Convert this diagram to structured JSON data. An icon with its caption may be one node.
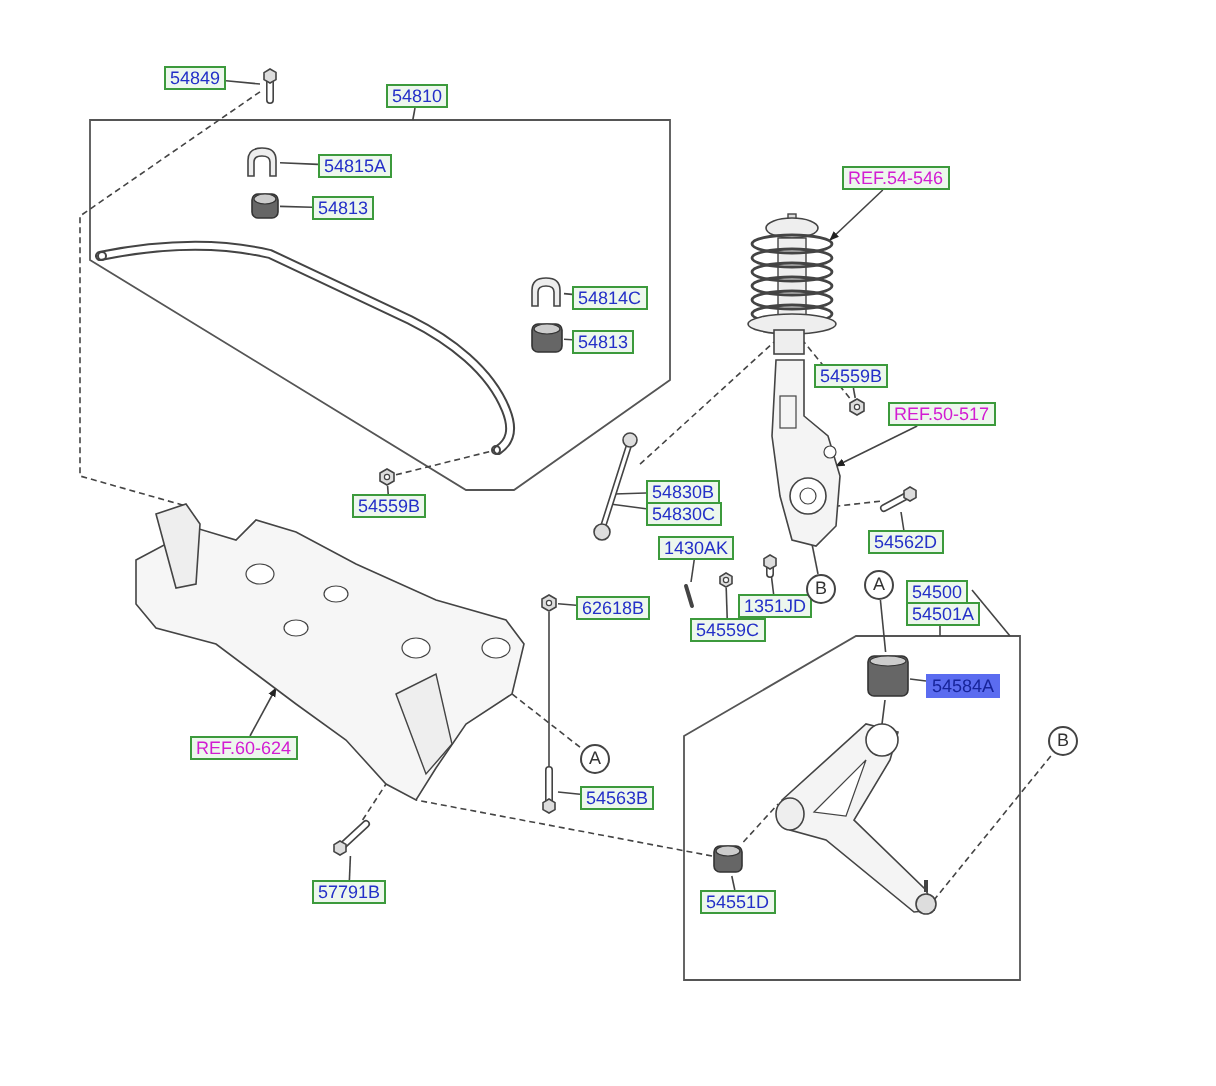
{
  "diagram": {
    "nodes": [
      {
        "text": [],
        "shape": "box"
      },
      {
        "text": [
          "54849"
        ]
      },
      {
        "text": [],
        "shape": "picture"
      },
      {
        "text": [
          "54815A"
        ],
        "in": 0
      },
      {
        "text": [],
        "shape": "picture",
        "in": 0
      },
      {
        "text": [
          "54813"
        ],
        "in": 0
      },
      {
        "text": [],
        "shape": "picture",
        "in": 0
      },
      {
        "text": [
          "54814C"
        ],
        "in": 0
      },
      {
        "text": [],
        "shape": "picture",
        "in": 0
      },
      {
        "text": [
          "54813"
        ],
        "in": 0
      },
      {
        "text": [],
        "shape": "picture",
        "in": 0
      },
      {
        "text": [],
        "shape": "picture",
        "in": 0
      },
      {
        "text": [
          "54559B"
        ]
      },
      {
        "text": [],
        "shape": "picture"
      },
      {
        "text": [
          "REF.54-546"
        ]
      },
      {
        "text": [],
        "shape": "picture"
      },
      {
        "text": [
          "54559B"
        ]
      },
      {
        "text": [],
        "shape": "picture"
      },
      {
        "text": [
          "REF.50-517"
        ]
      },
      {
        "text": [],
        "shape": "picture"
      },
      {
        "text": [
          "54830B"
        ]
      },
      {
        "text": [
          "54830C"
        ]
      },
      {
        "text": [],
        "shape": "picture"
      },
      {
        "text": [
          "54562D"
        ]
      },
      {
        "text": [],
        "shape": "picture"
      },
      {
        "text": [
          "1430AK"
        ]
      },
      {
        "text": [],
        "shape": "picture"
      },
      {
        "text": [
          "1351JD"
        ]
      },
      {
        "text": [],
        "shape": "picture"
      },
      {
        "text": [
          "54559C"
        ]
      },
      {
        "text": [],
        "shape": "picture"
      },
      {
        "text": [
          "B"
        ]
      },
      {
        "text": [
          "62618B"
        ]
      },
      {
        "text": [],
        "shape": "picture"
      },
      {
        "text": [
          "REF.60-624"
        ]
      },
      {
        "text": [],
        "shape": "picture"
      },
      {
        "text": [
          "A"
        ]
      },
      {
        "text": [
          "54563B"
        ]
      },
      {
        "text": [],
        "shape": "picture"
      },
      {
        "text": [
          "57791B"
        ]
      },
      {
        "text": [],
        "shape": "picture"
      },
      {
        "text": [],
        "shape": "box"
      },
      {
        "text": [
          "A"
        ]
      },
      {
        "text": [
          "54584A"
        ],
        "in": 41
      },
      {
        "text": [],
        "shape": "picture",
        "in": 41
      },
      {
        "text": [
          "B"
        ]
      },
      {
        "text": [
          "54551D"
        ],
        "in": 41
      },
      {
        "text": [],
        "shape": "picture",
        "in": 41
      },
      {
        "text": [],
        "shape": "picture",
        "in": 41
      },
      {
        "text": [
          "54810"
        ]
      },
      {
        "text": [
          "54500"
        ]
      },
      {
        "text": [
          "54501A"
        ]
      }
    ],
    "edges": [
      {
        "from": 1,
        "to": 2,
        "arrow": "none"
      },
      {
        "from": 3,
        "to": 4,
        "arrow": "none"
      },
      {
        "from": 5,
        "to": 6,
        "arrow": "none"
      },
      {
        "from": 7,
        "to": 8,
        "arrow": "none"
      },
      {
        "from": 9,
        "to": 10,
        "arrow": "none"
      },
      {
        "from": 12,
        "to": 13,
        "arrow": "none"
      },
      {
        "from": 14,
        "to": 15,
        "arrow": "to"
      },
      {
        "from": 16,
        "to": 17,
        "arrow": "none"
      },
      {
        "from": 18,
        "to": 19,
        "arrow": "to"
      },
      {
        "from": 20,
        "to": 22,
        "arrow": "none"
      },
      {
        "from": 21,
        "to": 22,
        "arrow": "none"
      },
      {
        "from": 23,
        "to": 24,
        "arrow": "none"
      },
      {
        "from": 25,
        "to": 26,
        "arrow": "none"
      },
      {
        "from": 27,
        "to": 28,
        "arrow": "none"
      },
      {
        "from": 29,
        "to": 30,
        "arrow": "none"
      },
      {
        "from": 32,
        "to": 33,
        "arrow": "none"
      },
      {
        "from": 34,
        "to": 35,
        "arrow": "to"
      },
      {
        "from": 37,
        "to": 38,
        "arrow": "none"
      },
      {
        "from": 39,
        "to": 40,
        "arrow": "none"
      },
      {
        "from": 43,
        "to": 44,
        "arrow": "none"
      },
      {
        "from": 46,
        "to": 47,
        "arrow": "none"
      },
      {
        "from": 2,
        "to": 35,
        "arrow": "none",
        "style": "dashed"
      },
      {
        "from": 13,
        "to": 11,
        "arrow": "none",
        "style": "dashed"
      },
      {
        "from": 22,
        "to": 15,
        "arrow": "none",
        "style": "dashed"
      },
      {
        "from": 17,
        "to": 15,
        "arrow": "none",
        "style": "dashed"
      },
      {
        "from": 24,
        "to": 19,
        "arrow": "none",
        "style": "dashed"
      },
      {
        "from": 31,
        "to": 19,
        "arrow": "none"
      },
      {
        "from": 33,
        "to": 38,
        "arrow": "none"
      },
      {
        "from": 36,
        "to": 35,
        "arrow": "none",
        "style": "dashed"
      },
      {
        "from": 40,
        "to": 35,
        "arrow": "none",
        "style": "dashed"
      },
      {
        "from": 47,
        "to": 35,
        "arrow": "none",
        "style": "dashed"
      },
      {
        "from": 42,
        "to": 44,
        "arrow": "none"
      },
      {
        "from": 44,
        "to": 48,
        "arrow": "none"
      },
      {
        "from": 45,
        "to": 48,
        "arrow": "none",
        "style": "dashed"
      },
      {
        "from": 47,
        "to": 48,
        "arrow": "none",
        "style": "dashed"
      },
      {
        "from": 49,
        "to": 0,
        "arrow": "none"
      },
      {
        "from": 50,
        "to": 41,
        "arrow": "none"
      },
      {
        "from": 51,
        "to": 41,
        "arrow": "none"
      }
    ]
  }
}
